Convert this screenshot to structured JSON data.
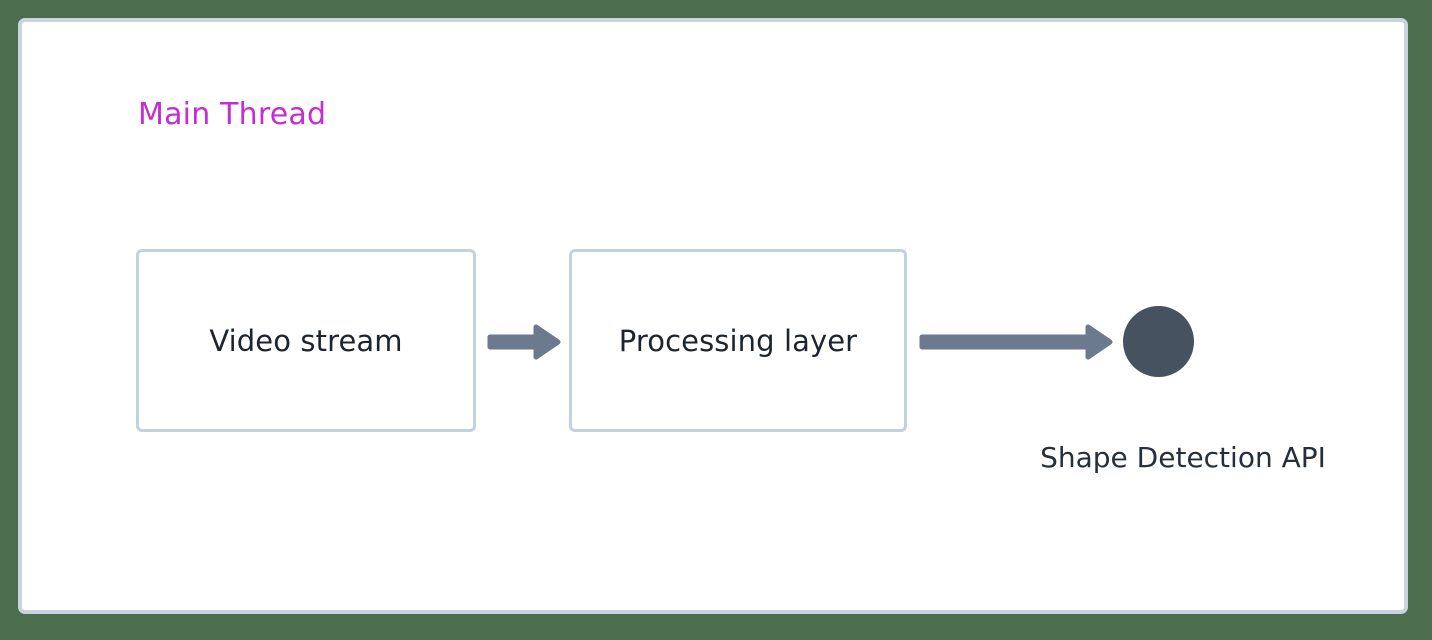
{
  "diagram": {
    "title": "Main Thread",
    "title_color": "#c42ed0",
    "background_color": "#4c6e4e",
    "panel_background": "#ffffff",
    "panel_border_color": "#c9d4de",
    "type": "flowchart",
    "nodes": [
      {
        "id": "video-stream",
        "label": "Video stream",
        "shape": "rounded-rectangle",
        "fill": "#ffffff",
        "border_color": "#c5d1dd",
        "text_color": "#1c2430"
      },
      {
        "id": "processing-layer",
        "label": "Processing layer",
        "shape": "rounded-rectangle",
        "fill": "#ffffff",
        "border_color": "#c5d1dd",
        "text_color": "#1c2430"
      },
      {
        "id": "shape-detection-api",
        "label": "Shape Detection API",
        "shape": "circle",
        "fill": "#46525f",
        "text_color": "#25303c"
      }
    ],
    "edges": [
      {
        "id": "stream-to-processing",
        "from": "video-stream",
        "to": "processing-layer",
        "style": "solid-arrow",
        "color": "#6b7a8c"
      },
      {
        "id": "processing-to-api",
        "from": "processing-layer",
        "to": "shape-detection-api",
        "style": "solid-arrow",
        "color": "#6b7a8c"
      }
    ]
  }
}
